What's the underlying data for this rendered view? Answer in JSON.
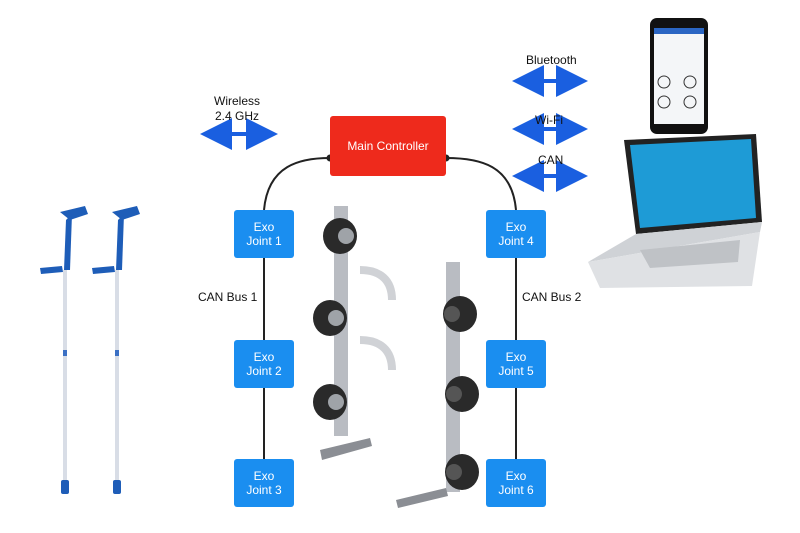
{
  "controller": {
    "label": "Main Controller"
  },
  "joints": [
    {
      "line1": "Exo",
      "line2": "Joint 1"
    },
    {
      "line1": "Exo",
      "line2": "Joint 2"
    },
    {
      "line1": "Exo",
      "line2": "Joint 3"
    },
    {
      "line1": "Exo",
      "line2": "Joint 4"
    },
    {
      "line1": "Exo",
      "line2": "Joint 5"
    },
    {
      "line1": "Exo",
      "line2": "Joint 6"
    }
  ],
  "buses": {
    "left": "CAN Bus 1",
    "right": "CAN Bus 2"
  },
  "links": {
    "wireless_line1": "Wireless",
    "wireless_line2": "2.4 GHz",
    "bluetooth": "Bluetooth",
    "wifi": "Wi-Fi",
    "can": "CAN"
  },
  "colors": {
    "joint": "#1a8ef0",
    "controller": "#ee2a1c",
    "arrow": "#1a5fe0",
    "wire": "#222222"
  },
  "icons": [
    "crutches-illustration",
    "left-exo-leg-illustration",
    "right-exo-leg-illustration",
    "smartphone-illustration",
    "laptop-illustration"
  ]
}
